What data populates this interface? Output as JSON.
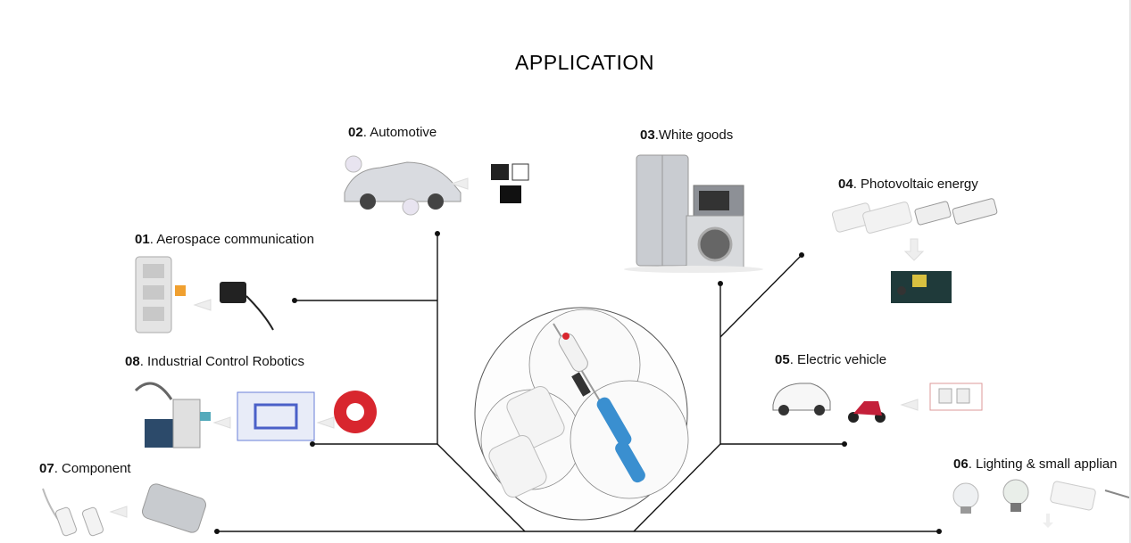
{
  "title": "APPLICATION",
  "sections": [
    {
      "num": "01",
      "sep": ". ",
      "text": "Aerospace communication"
    },
    {
      "num": "02",
      "sep": ". ",
      "text": "Automotive"
    },
    {
      "num": "03",
      "sep": ".",
      "text": "White goods"
    },
    {
      "num": "04",
      "sep": ". ",
      "text": "Photovoltaic energy"
    },
    {
      "num": "05",
      "sep": ". ",
      "text": "Electric vehicle"
    },
    {
      "num": "06",
      "sep": ". ",
      "text": "Lighting & small applian"
    },
    {
      "num": "07",
      "sep": ". ",
      "text": "Component"
    },
    {
      "num": "08",
      "sep": ". ",
      "text": "Industrial Control Robotics"
    }
  ],
  "colors": {
    "line": "#111111",
    "accent_red": "#d8262e",
    "fuse_blue": "#3a8fd0"
  }
}
